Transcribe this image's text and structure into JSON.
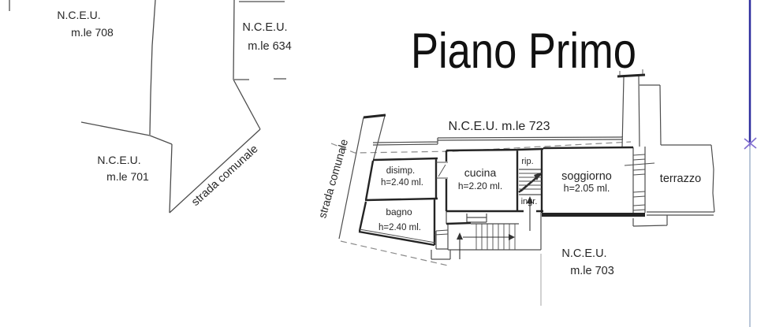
{
  "map": {
    "parcel_708": {
      "line1": "N.C.E.U.",
      "line2": "m.le 708"
    },
    "parcel_634": {
      "line1": "N.C.E.U.",
      "line2": "m.le 634"
    },
    "parcel_701": {
      "line1": "N.C.E.U.",
      "line2": "m.le 701"
    },
    "road_label": "strada comunale"
  },
  "plan": {
    "title": "Piano Primo",
    "parcel_723_label": "N.C.E.U. m.le 723",
    "parcel_703": {
      "line1": "N.C.E.U.",
      "line2": "m.le 703"
    },
    "road_label": "strada comunale",
    "rooms": {
      "disimpegno": {
        "name": "disimp.",
        "height": "h=2.40 ml."
      },
      "bagno": {
        "name": "bagno",
        "height": "h=2.40 ml."
      },
      "cucina": {
        "name": "cucina",
        "height": "h=2.20 ml."
      },
      "ripostiglio": {
        "name": "rip."
      },
      "ingresso": {
        "name": "ingr."
      },
      "soggiorno": {
        "name": "soggiorno",
        "height": "h=2.05 ml."
      },
      "terrazzo": {
        "name": "terrazzo"
      }
    }
  },
  "colors": {
    "drawing_line": "#4d4d4d",
    "wall_line": "#242424",
    "dashed_line": "#8a8a8a",
    "cursor_blue_dark": "#2e2e9e",
    "cursor_blue_light": "#b9c6d8",
    "cursor_marker_purple": "#7f6ccf"
  }
}
